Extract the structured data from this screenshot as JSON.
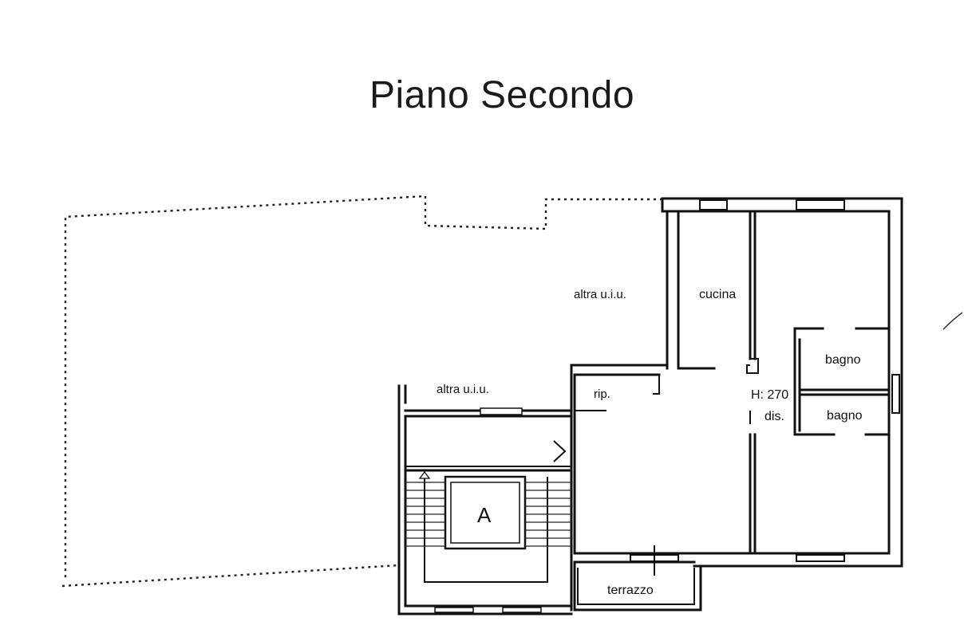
{
  "title": "Piano Secondo",
  "rooms": {
    "altra_uiu_upper": "altra u.i.u.",
    "altra_uiu_lower": "altra u.i.u.",
    "cucina": "cucina",
    "bagno_1": "bagno",
    "bagno_2": "bagno",
    "rip": "rip.",
    "height": "H: 270",
    "dis": "dis.",
    "terrazzo": "terrazzo",
    "stair_core": "A"
  }
}
